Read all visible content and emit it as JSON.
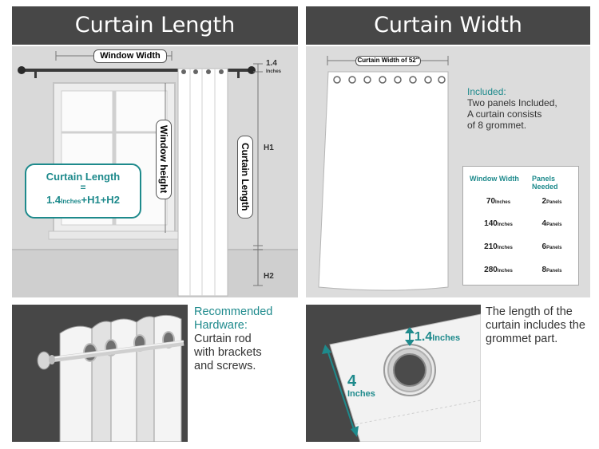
{
  "left_panel": {
    "title": "Curtain Length",
    "window_width_label": "Window Width",
    "rod_gap_value": "1.4",
    "rod_gap_unit": "Inches",
    "window_height_label": "Window height",
    "curtain_length_label": "Curtain Length",
    "h1_label": "H1",
    "h2_label": "H2",
    "formula_title": "Curtain Length",
    "formula_equals": "=",
    "formula_value": "1.4",
    "formula_unit": "Inches",
    "formula_rest": "+H1+H2"
  },
  "right_panel": {
    "title": "Curtain Width",
    "width_label": "Curtain Width of 52\"",
    "included_title": "Included:",
    "included_lines": [
      "Two panels Included,",
      "A curtain consists",
      "of 8 grommet."
    ],
    "table": {
      "headers": [
        "Window Width",
        "Panels Needed"
      ],
      "rows": [
        {
          "width": "70",
          "width_unit": "Inches",
          "panels": "2",
          "panels_unit": "Panels"
        },
        {
          "width": "140",
          "width_unit": "Inches",
          "panels": "4",
          "panels_unit": "Panels"
        },
        {
          "width": "210",
          "width_unit": "Inches",
          "panels": "6",
          "panels_unit": "Panels"
        },
        {
          "width": "280",
          "width_unit": "Inches",
          "panels": "8",
          "panels_unit": "Panels"
        }
      ]
    }
  },
  "hardware": {
    "title_line1": "Recommended",
    "title_line2": "Hardware:",
    "body_lines": [
      "Curtain rod",
      "with brackets",
      "and screws."
    ]
  },
  "grommet": {
    "note_lines": [
      "The length of the",
      "curtain includes the",
      "grommet part."
    ],
    "top_value": "1.4",
    "top_unit": "Inches",
    "side_value": "4",
    "side_unit": "Inches"
  },
  "colors": {
    "header": "#474747",
    "accent": "#1e8a8c",
    "panel_bg": "#dcdcdc"
  }
}
